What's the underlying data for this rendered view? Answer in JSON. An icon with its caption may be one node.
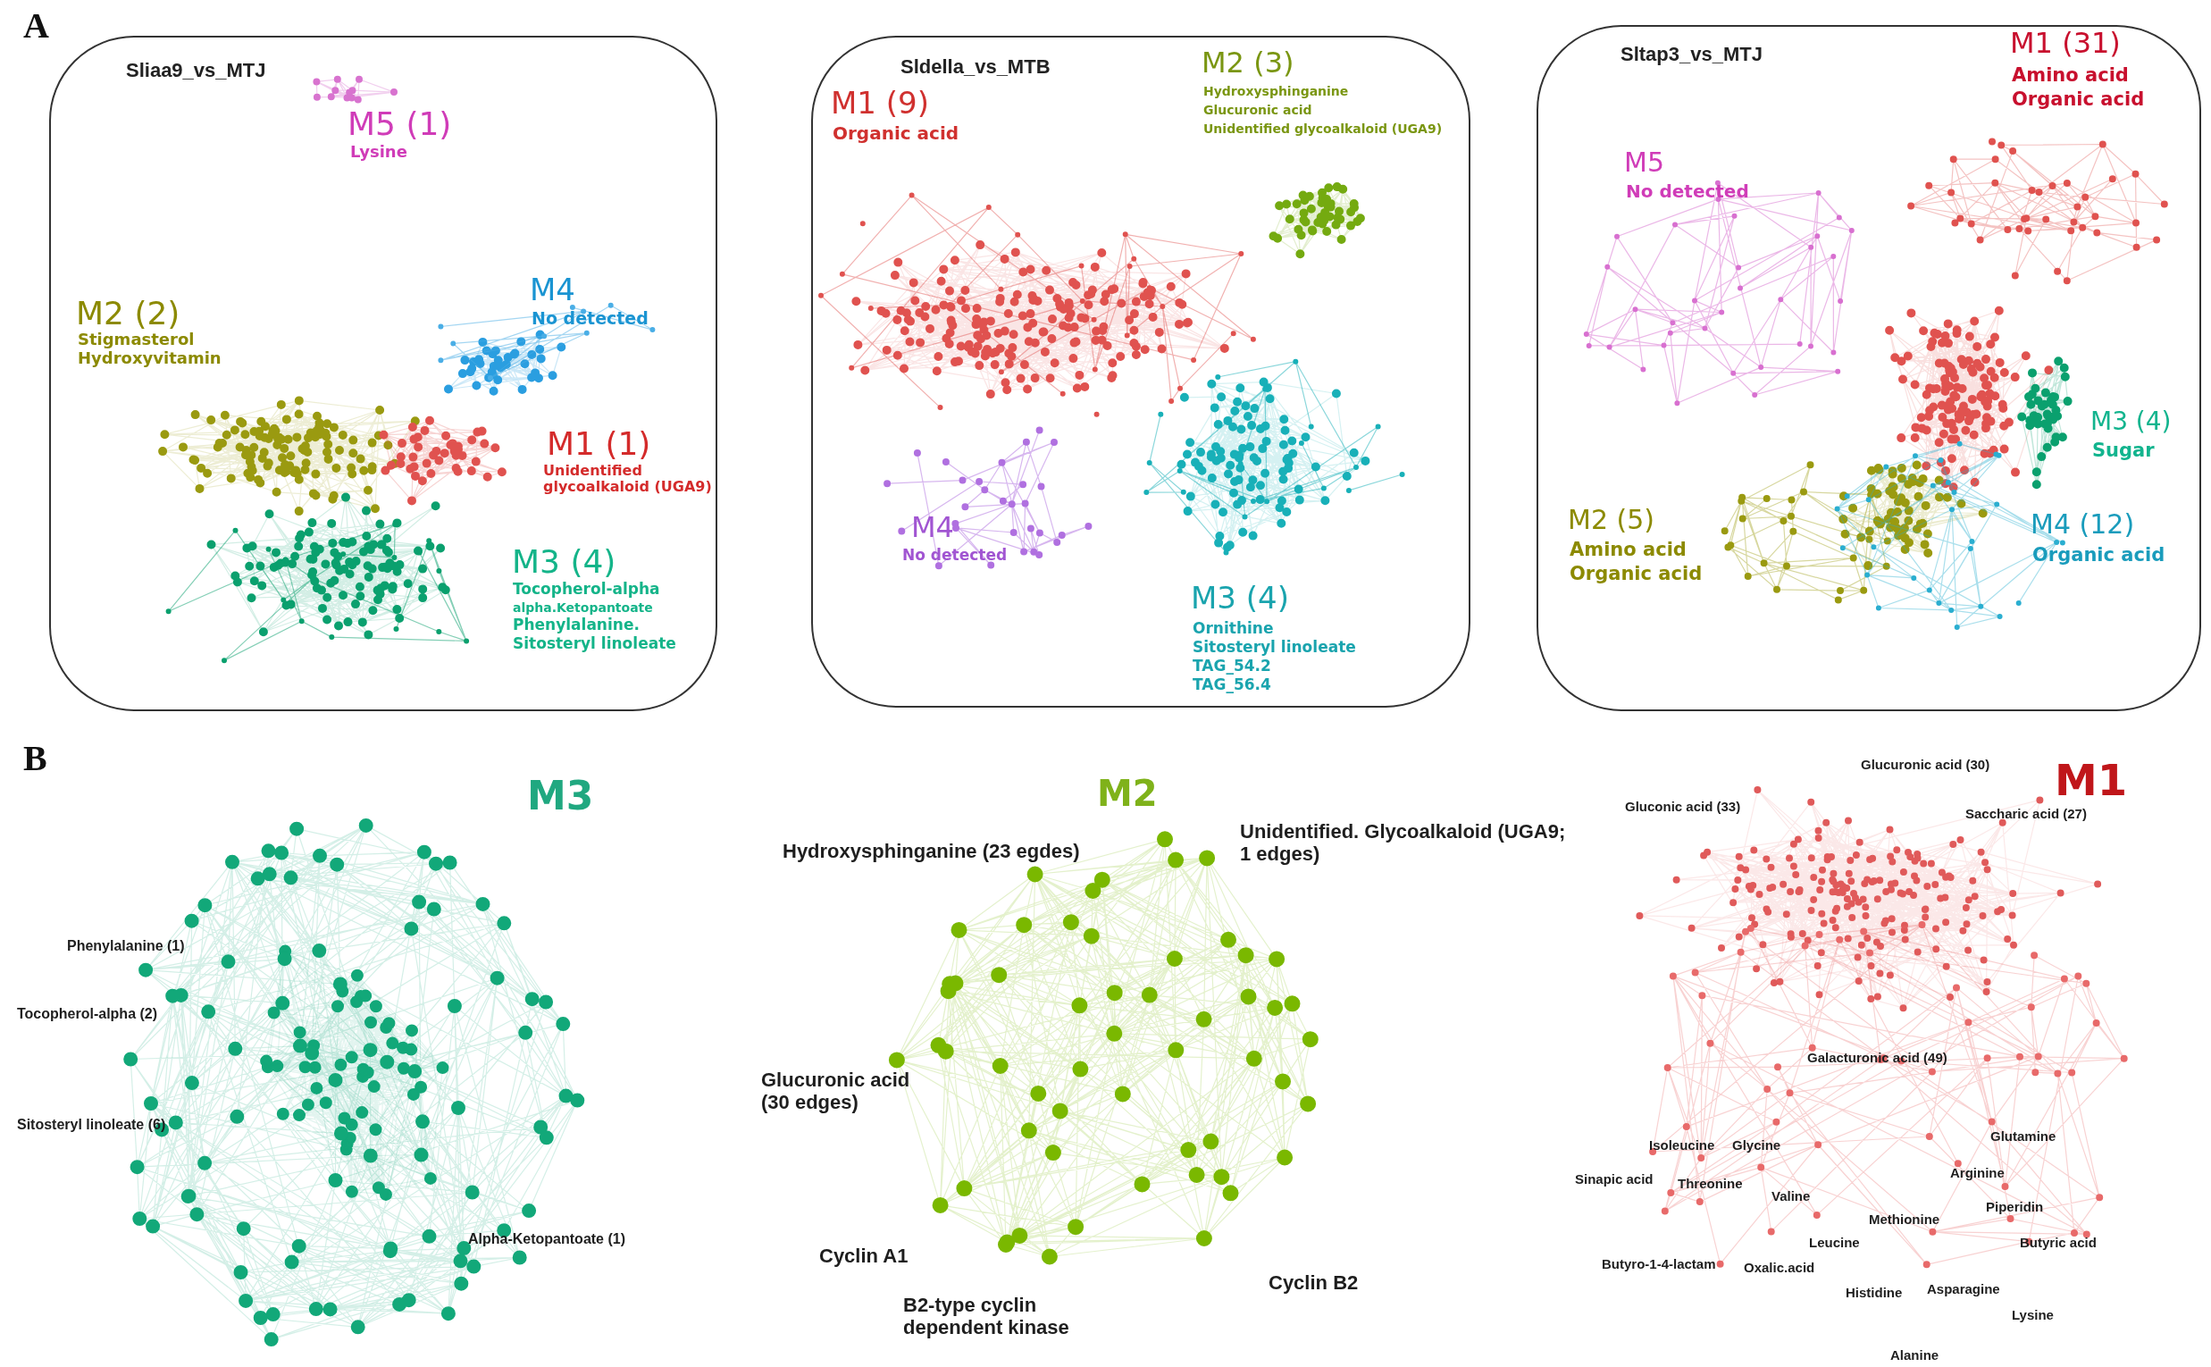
{
  "diagram": {
    "nodes": [
      {
        "text": [
          "Sliaa9_vs_MTJ"
        ]
      },
      {
        "text": [
          "Sldella_vs_MTB"
        ]
      },
      {
        "text": [
          "Sltap3_vs_MTJ"
        ]
      }
    ],
    "labels": [
      "A",
      "M5 (1)",
      "Lysine",
      "M2 (2)",
      "Stigmasterol",
      "Hydroxyvitamin",
      "M4",
      "No detected",
      "M1 (1)",
      "Unidentified glycoalkaloid (UGA9)",
      "M3 (4)",
      "Tocopherol-alpha",
      "alpha.Ketopantoate",
      "Phenylalanine.",
      "Sitosteryl linoleate",
      "M1 (9)",
      "Organic acid",
      "M2 (3)",
      "Hydroxysphinganine",
      "Glucuronic acid",
      "Unidentified glycoalkaloid (UGA9)",
      "M4",
      "No detected",
      "M3 (4)",
      "Ornithine",
      "Sitosteryl linoleate",
      "TAG_54.2",
      "TAG_56.4",
      "M1 (31)",
      "Amino acid",
      "Organic acid",
      "M5",
      "No detected",
      "M3 (4)",
      "Sugar",
      "M2 (5)",
      "Amino acid",
      "Organic acid",
      "M4 (12)",
      "Organic acid",
      "B",
      "M3",
      "Phenylalanine (1)",
      "Tocopherol-alpha (2)",
      "Sitosteryl linoleate (6)",
      "Alpha-Ketopantoate (1)",
      "M2",
      "Hydroxysphinganine (23 egdes)",
      "Unidentified. Glycoalkaloid (UGA9; 1 edges)",
      "Glucuronic acid (30 edges)",
      "Cyclin A1",
      "B2-type cyclin dependent kinase",
      "Cyclin B2",
      "Glucuronic acid (30)",
      "M1",
      "Gluconic acid (33)",
      "Saccharic acid (27)",
      "Galacturonic acid (49)",
      "Isoleucine",
      "Glycine",
      "Glutamine",
      "Sinapic acid",
      "Threonine",
      "Arginine",
      "Valine",
      "Piperidin",
      "Methionine",
      "Leucine",
      "Butyric acid",
      "Butyro-1-4-lactam",
      "Oxalic.acid",
      "Histidine",
      "Asparagine",
      "Lysine",
      "Alanine"
    ]
  }
}
